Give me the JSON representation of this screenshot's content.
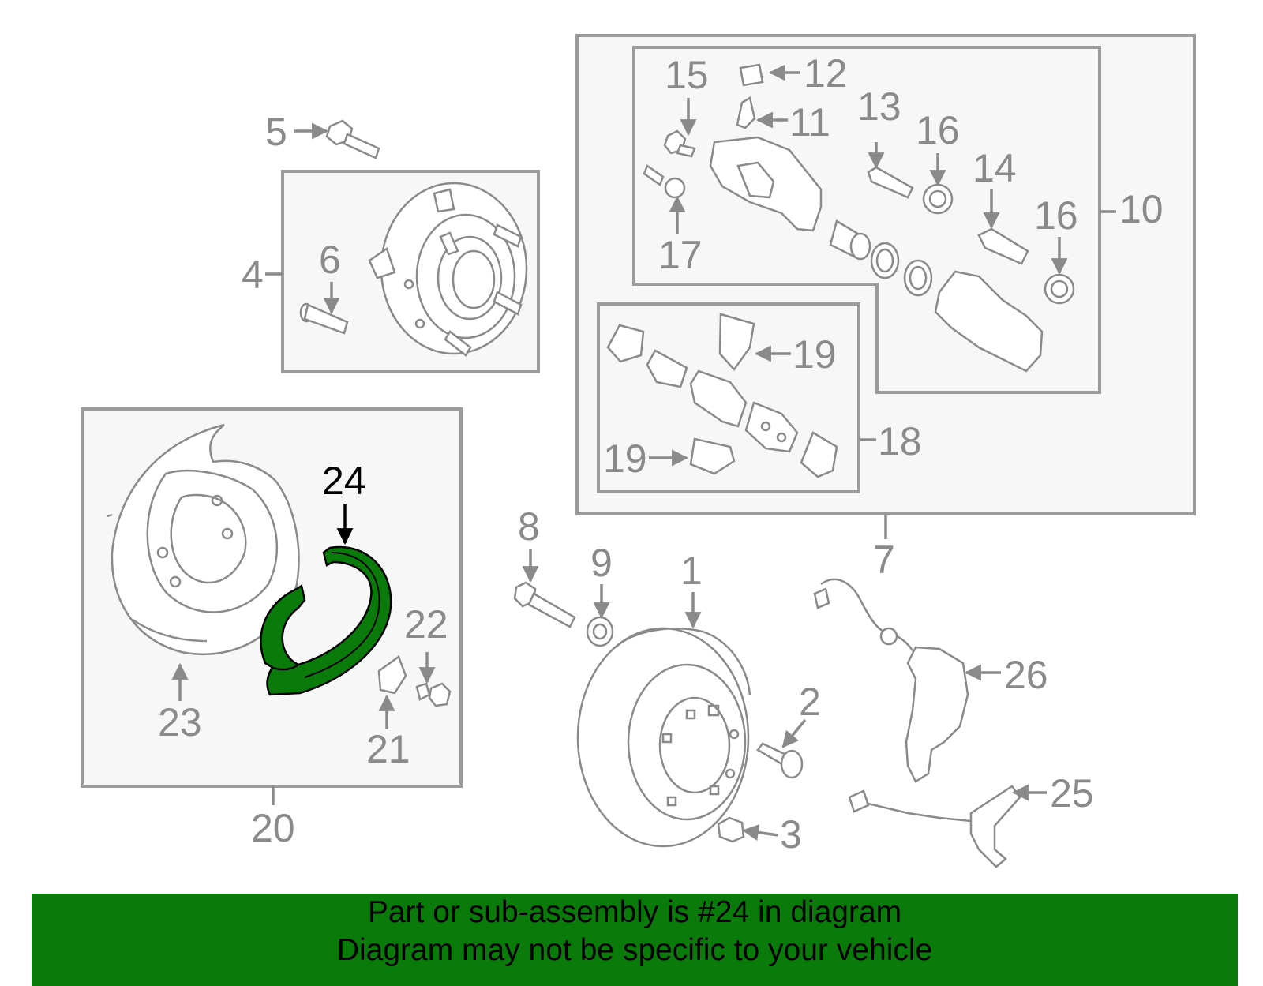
{
  "callouts": {
    "c1": "1",
    "c2": "2",
    "c3": "3",
    "c4": "4",
    "c5": "5",
    "c6": "6",
    "c7": "7",
    "c8": "8",
    "c9": "9",
    "c10": "10",
    "c11": "11",
    "c12": "12",
    "c13": "13",
    "c14": "14",
    "c15": "15",
    "c16a": "16",
    "c16b": "16",
    "c17": "17",
    "c18": "18",
    "c19a": "19",
    "c19b": "19",
    "c20": "20",
    "c21": "21",
    "c22": "22",
    "c23": "23",
    "c24": "24",
    "c25": "25",
    "c26": "26"
  },
  "banner": {
    "line1": "Part or sub-assembly is #24 in diagram",
    "line2": "Diagram may not be specific to your vehicle"
  },
  "colors": {
    "highlight": "#0a7a0a",
    "banner_bg": "#0a7a0a",
    "line": "#8a8a8a"
  }
}
